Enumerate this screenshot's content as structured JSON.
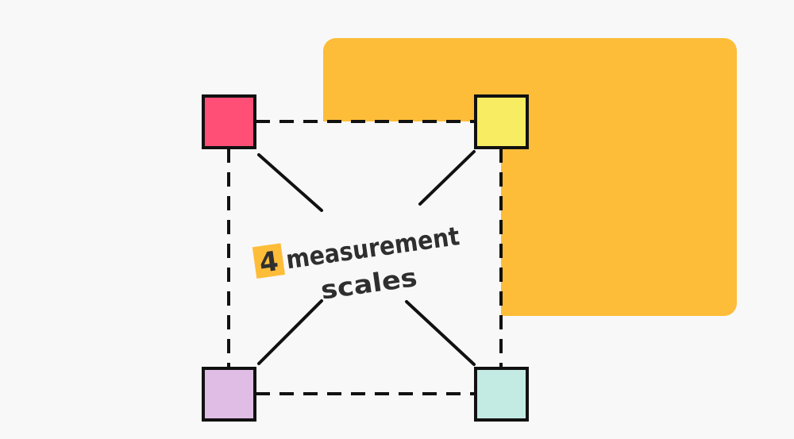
{
  "diagram": {
    "label": {
      "number": "4",
      "line1": "measurement",
      "line2": "scales"
    },
    "colors": {
      "background": "#f8f8f8",
      "backdrop": "#fdbd39",
      "highlight": "#fdbd39",
      "outline": "#111111",
      "text": "#2f2f2f",
      "square_top_left": "#ff4f76",
      "square_top_right": "#f7ec62",
      "square_bottom_left": "#dfbde5",
      "square_bottom_right": "#c4ebe3"
    }
  }
}
